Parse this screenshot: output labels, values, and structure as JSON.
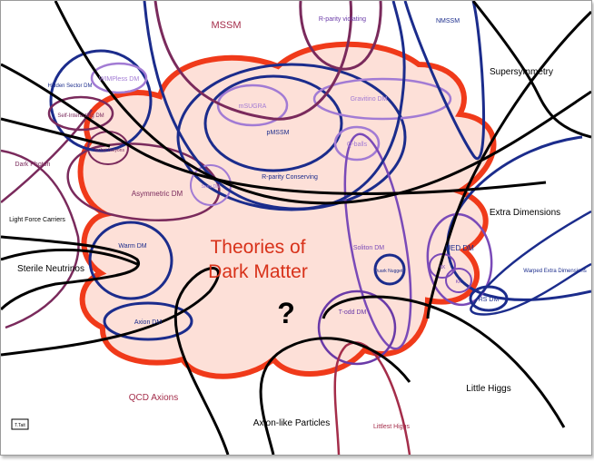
{
  "diagram": {
    "title_line1": "Theories of",
    "title_line2": "Dark Matter",
    "question_mark": "?",
    "corner_tag": "T.Tait",
    "colors": {
      "cloud_fill": "#fde0d8",
      "cloud_outline": "#f03a1a",
      "title": "#d8321a",
      "navy": "#1b2c8c",
      "purple": "#6a3aa8",
      "lavender": "#a27bd4",
      "plum": "#7a2a5c",
      "maroon": "#a42d4a",
      "black": "#000000"
    },
    "labels": {
      "mssm": "MSSM",
      "rparity_violating": "R-parity violating",
      "nmssm": "NMSSM",
      "supersymmetry": "Supersymmetry",
      "hidden_sector_dm": "Hidden Sector DM",
      "wimpless_dm": "WIMPless DM",
      "self_interacting_dm": "Self-Interacting DM",
      "techni_baryons": "Techni-baryons",
      "dark_photon": "Dark Photon",
      "msugra": "mSUGRA",
      "pmssm": "pMSSM",
      "gravitino_dm": "Gravitino DM",
      "q_balls": "Q-balls",
      "rparity_conserving": "R-parity Conserving",
      "sneu_dm": "Sneu DM",
      "asymmetric_dm": "Asymmetric DM",
      "light_force_carriers": "Light Force Carriers",
      "extra_dimensions": "Extra Dimensions",
      "warm_dm": "Warm DM",
      "sterile_neutrinos": "Sterile Neutrinos",
      "soliton_dm": "Soliton DM",
      "quark_nuggets": "Quark Nuggets",
      "ued_dm": "UED DM",
      "kk_one": "KK",
      "kk_two": "KK",
      "warped_extra_dimensions": "Warped Extra Dimensions",
      "rs_dm": "RS DM",
      "axion_dm": "Axion DM",
      "t_odd_dm": "T-odd DM",
      "qcd_axions": "QCD Axions",
      "little_higgs": "Little Higgs",
      "axion_like_particles": "Axion-like Particles",
      "littlest_higgs": "Littlest Higgs"
    }
  }
}
